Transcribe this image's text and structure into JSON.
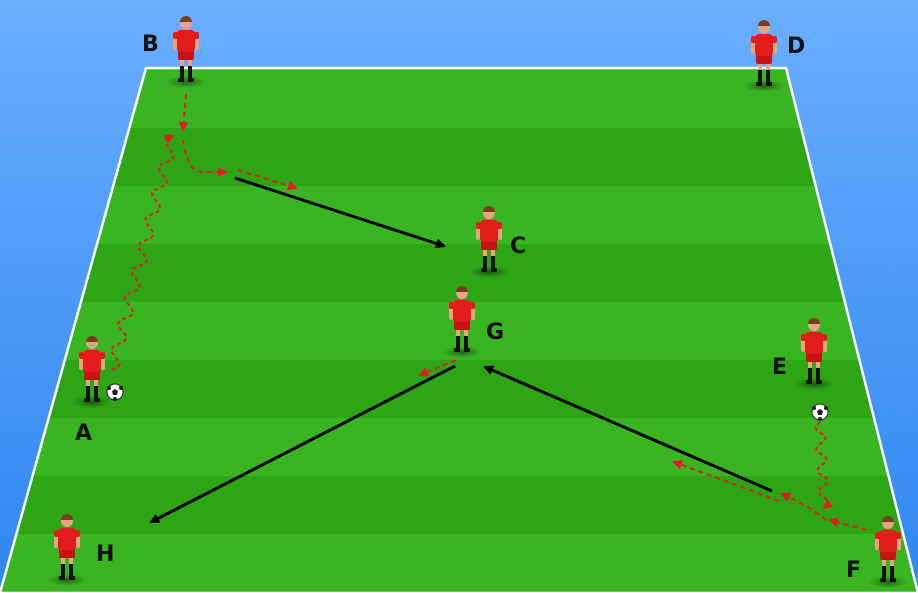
{
  "pitch": {
    "stripe_light": "#39b521",
    "stripe_dark": "#2da515",
    "line_color": "#ffffff"
  },
  "players": [
    {
      "id": "A",
      "label": "A",
      "has_ball": true
    },
    {
      "id": "B",
      "label": "B",
      "has_ball": false
    },
    {
      "id": "C",
      "label": "C",
      "has_ball": false
    },
    {
      "id": "D",
      "label": "D",
      "has_ball": false
    },
    {
      "id": "E",
      "label": "E",
      "has_ball": true
    },
    {
      "id": "F",
      "label": "F",
      "has_ball": false
    },
    {
      "id": "G",
      "label": "G",
      "has_ball": false
    },
    {
      "id": "H",
      "label": "H",
      "has_ball": false
    }
  ],
  "legend_colors": {
    "pass": "#000000",
    "run": "#e02020",
    "dribble": "#e02020",
    "jersey": "#e21b1b",
    "shorts": "#c61212"
  }
}
